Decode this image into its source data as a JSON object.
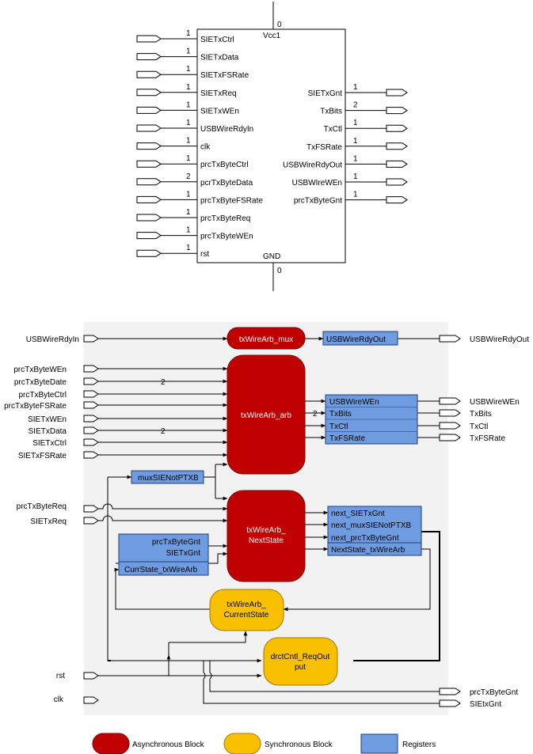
{
  "symbol": {
    "top_pin_value": "0",
    "bottom_pin_value": "0",
    "power_label": "Vcc1",
    "ground_label": "GND",
    "inputs": [
      {
        "name": "SIETxCtrl",
        "width": "1"
      },
      {
        "name": "SIETxData",
        "width": "1"
      },
      {
        "name": "SIETxFSRate",
        "width": "1"
      },
      {
        "name": "SIETxReq",
        "width": "1"
      },
      {
        "name": "SIETxWEn",
        "width": "1"
      },
      {
        "name": "USBWireRdyIn",
        "width": "1"
      },
      {
        "name": "clk",
        "width": "1"
      },
      {
        "name": "prcTxByteCtrl",
        "width": "1"
      },
      {
        "name": "pcrTxByteData",
        "width": "2"
      },
      {
        "name": "prcTxByteFSRate",
        "width": "1"
      },
      {
        "name": "prcTxByteReq",
        "width": "1"
      },
      {
        "name": "prcTxByteWEn",
        "width": "1"
      },
      {
        "name": "rst",
        "width": "1"
      }
    ],
    "outputs": [
      {
        "name": "SIETxGnt",
        "width": "1"
      },
      {
        "name": "TxBits",
        "width": "2"
      },
      {
        "name": "TxCtl",
        "width": "1"
      },
      {
        "name": "TxFSRate",
        "width": "1"
      },
      {
        "name": "USBWireRdyOut",
        "width": "1"
      },
      {
        "name": "USBWIreWEn",
        "width": "1"
      },
      {
        "name": "prcTxByteGnt",
        "width": "1"
      }
    ]
  },
  "block_diagram": {
    "inputs": {
      "usb_wire_rdy_in": "USBWireRdyIn",
      "prc_tx_byte_wen": "prcTxByteWEn",
      "prc_tx_byte_date": "prcTxByteDate",
      "prc_tx_byte_ctrl": "prcTxByteCtrl",
      "prc_tx_byte_fsrate": "prcTxByteFSRate",
      "sie_tx_wen": "SIETxWEn",
      "sie_tx_data": "SIETxData",
      "sie_tx_ctrl": "SIETxCtrl",
      "sie_tx_fsrate": "SIETxFSRate",
      "prc_tx_byte_req": "prcTxByteReq",
      "sie_tx_req": "SIETxReq",
      "rst": "rst",
      "clk": "clk"
    },
    "bus_width_labels": [
      "2",
      "2",
      "2"
    ],
    "outputs": {
      "usb_wire_rdy_out": "USBWireRdyOut",
      "usb_wire_wen": "USBWireWEn",
      "tx_bits": "TxBits",
      "tx_ctl": "TxCtl",
      "tx_fsrate": "TxFSRate",
      "prc_tx_byte_gnt": "prcTxByteGnt",
      "sie_tx_gnt": "SIEtxGnt"
    },
    "blocks": {
      "mux": "txWireArb_mux",
      "arb": "txWireArb_arb",
      "next_state": [
        "txWireArb_",
        "NextState"
      ],
      "current_state": [
        "txWireArb_",
        "CurrentState"
      ],
      "req_output": [
        "drctCntl_ReqOut",
        "put"
      ]
    },
    "registers": {
      "usb_wire_rdy_out": "USBWireRdyOut",
      "arb_out": [
        "USBWireWEn",
        "TxBits",
        "TxCtl",
        "TxFSRate"
      ],
      "mux_sel": "muxSIENotPTXB",
      "next": [
        "next_SIETxGnt",
        "next_muxSIENotPTXB",
        "next_prcTxByteGnt",
        "NextState_txWireArb"
      ],
      "current": [
        "prcTxByteGnt",
        "SIETxGnt",
        "CurrState_txWireArb"
      ]
    }
  },
  "legend": [
    {
      "label": "Asynchronous Block",
      "color": "#c00000"
    },
    {
      "label": "Synchronous Block",
      "color": "#f9c000"
    },
    {
      "label": "Registers",
      "color": "#6f9be0"
    }
  ]
}
